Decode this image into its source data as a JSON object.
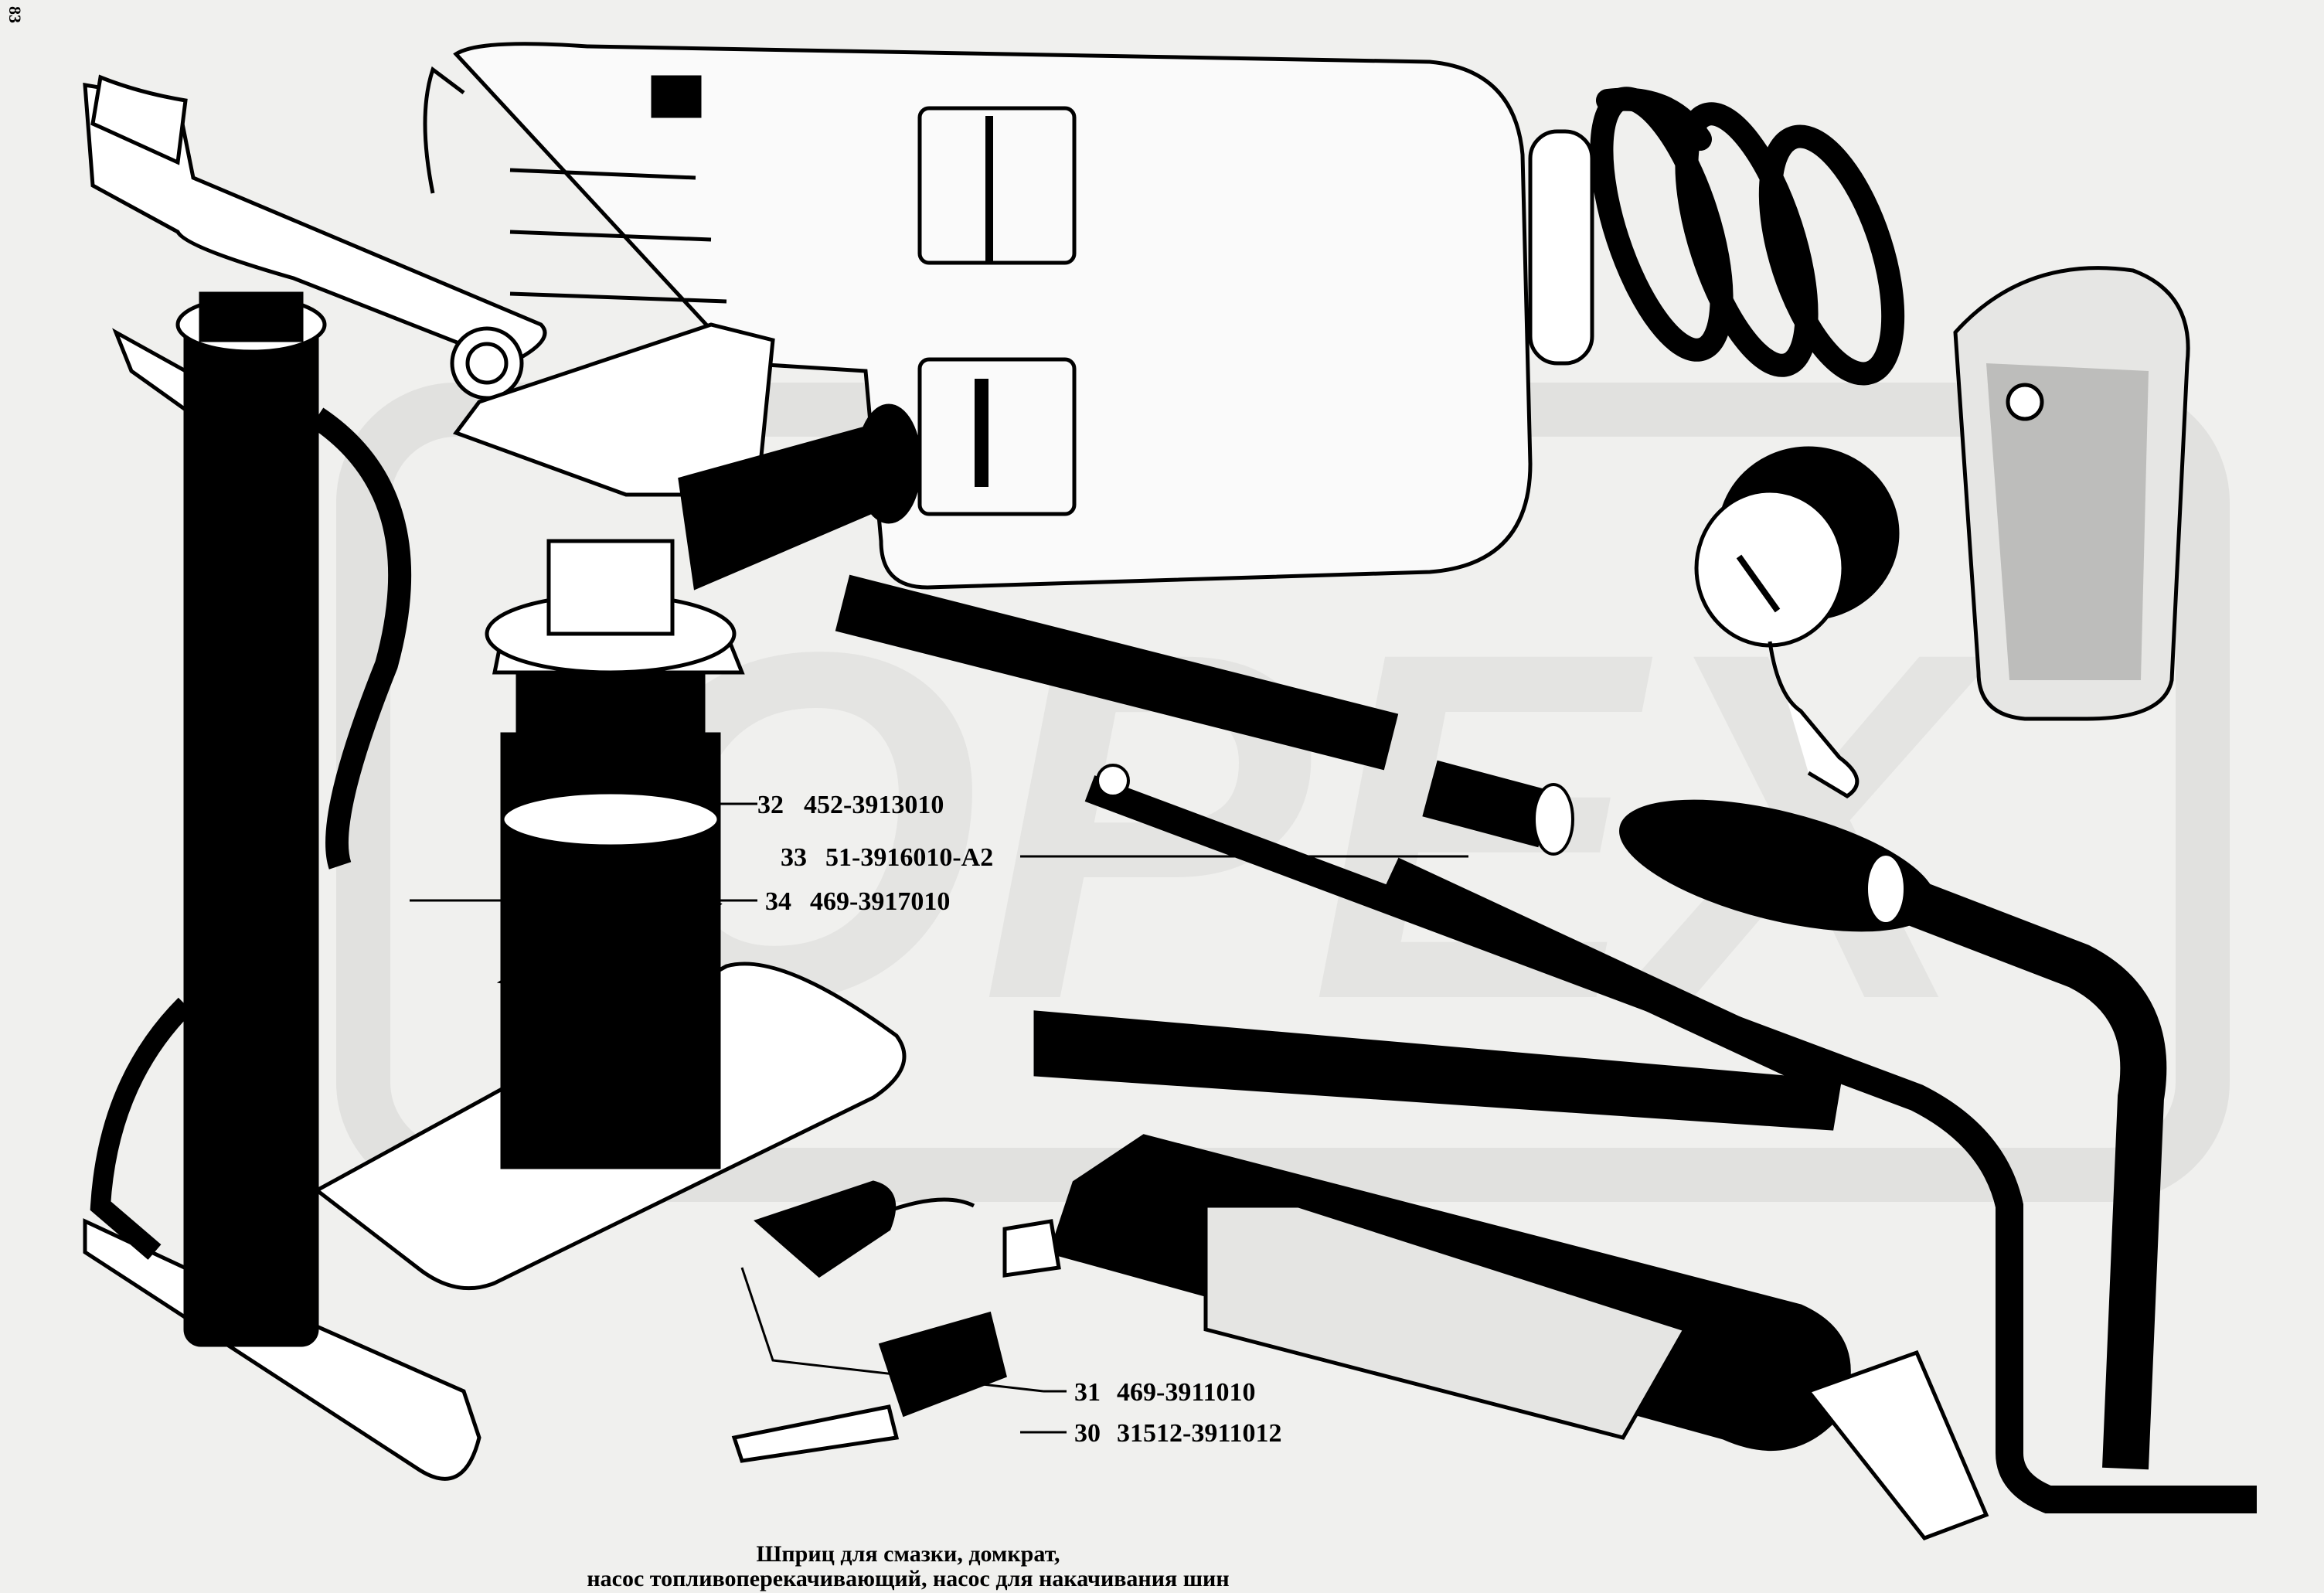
{
  "page_number": "83",
  "watermark": "OPEX",
  "callouts": [
    {
      "num": "32",
      "part": "452-3913010"
    },
    {
      "num": "33",
      "part": "51-3916010-А2"
    },
    {
      "num": "34",
      "part": "469-3917010"
    },
    {
      "num": "31",
      "part": "469-3911010"
    },
    {
      "num": "30",
      "part": "31512-3911012"
    }
  ],
  "caption": {
    "line1": "Шприц для смазки,  домкрат,",
    "line2": "насос топливоперекачивающий, насос для накачивания шин"
  },
  "colors": {
    "background": "#f0f0ee",
    "ink": "#000000",
    "watermark": "#d9d9d6"
  }
}
